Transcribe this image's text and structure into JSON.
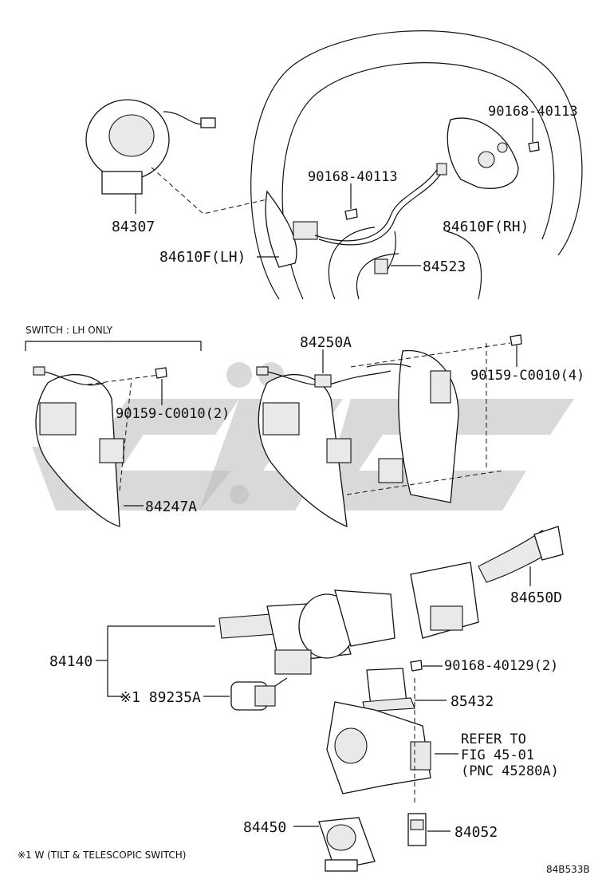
{
  "labels": {
    "p84307": "84307",
    "p84610F_LH": "84610F(LH)",
    "p84610F_RH": "84610F(RH)",
    "p90168_40113_a": "90168-40113",
    "p90168_40113_b": "90168-40113",
    "p84523": "84523",
    "switch_note": "SWITCH : LH ONLY",
    "p84250A": "84250A",
    "p90159_C0010_4": "90159-C0010(4)",
    "p90159_C0010_2": "90159-C0010(2)",
    "p84247A": "84247A",
    "p84650D": "84650D",
    "p84140": "84140",
    "p89235A": "※1 89235A",
    "p90168_40129": "90168-40129(2)",
    "p85432": "85432",
    "refer_line1": "REFER TO",
    "refer_line2": "FIG 45-01",
    "refer_line3": "(PNC 45280A)",
    "p84450": "84450",
    "p84052": "84052",
    "footnote": "※1 W (TILT & TELESCOPIC SWITCH)",
    "figure_code": "84B533B"
  },
  "colors": {
    "line": "#111111",
    "watermark": "#b9b9bd",
    "background": "#ffffff"
  }
}
